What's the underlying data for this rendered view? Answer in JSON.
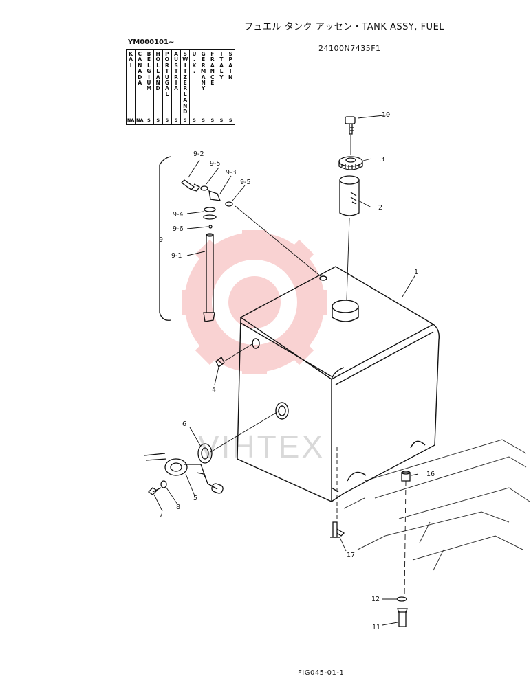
{
  "header": {
    "title": "フュエル タンク アッセン・TANK ASSY, FUEL",
    "serial": "YM000101~",
    "part_number": "24100N7435F1"
  },
  "country_table": {
    "countries": [
      "KAI",
      "CANADA",
      "BELGIUM",
      "HOLLAND",
      "PORTUGAL",
      "AUSTRIA",
      "SWITZER LAND",
      "U.K.",
      "GERMANY",
      "FRANCE",
      "ITALY",
      "SPAIN"
    ],
    "values": [
      "NA",
      "NA",
      "S",
      "S",
      "S",
      "S",
      "S",
      "S",
      "S",
      "S",
      "S",
      "S"
    ]
  },
  "callouts": {
    "c1": "1",
    "c2": "2",
    "c3": "3",
    "c4": "4",
    "c5": "5",
    "c6": "6",
    "c7": "7",
    "c8": "8",
    "c9": "9",
    "c9_1": "9-1",
    "c9_2": "9-2",
    "c9_3": "9-3",
    "c9_4": "9-4",
    "c9_5a": "9-5",
    "c9_5b": "9-5",
    "c9_6": "9-6",
    "c10": "10",
    "c11": "11",
    "c12": "12",
    "c16": "16",
    "c17": "17"
  },
  "watermark": {
    "text": "VIHTEX",
    "color": "#f3a7a7"
  },
  "footer": {
    "figure_code": "FIG045-01-1"
  }
}
